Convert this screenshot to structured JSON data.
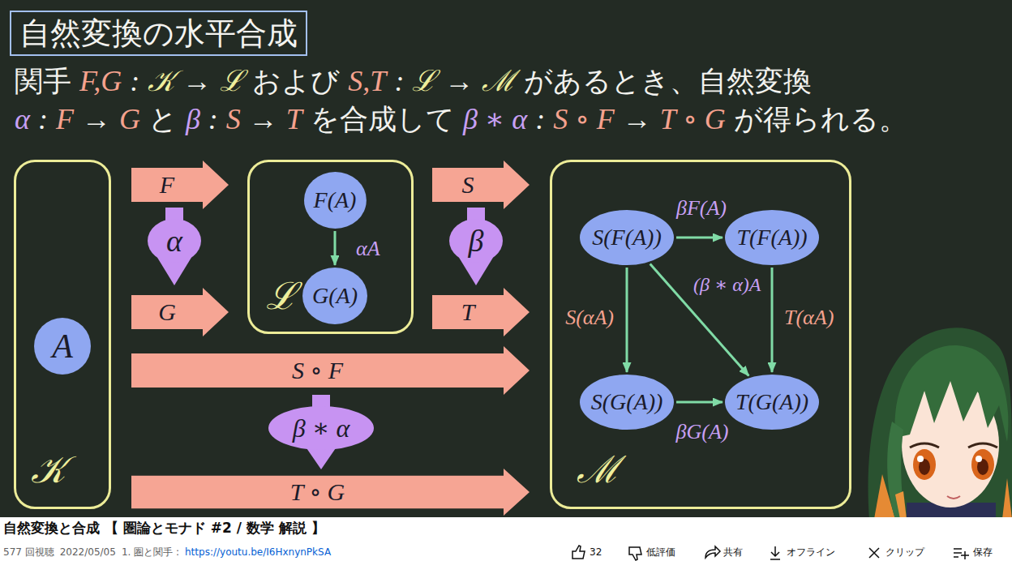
{
  "diagram": {
    "title": "自然変換の水平合成",
    "nodes": [
      {
        "text": [
          "𝒦"
        ]
      },
      {
        "text": [
          "A"
        ],
        "in": 0
      },
      {
        "text": [
          "F"
        ]
      },
      {
        "text": [
          "α"
        ]
      },
      {
        "text": [
          "G"
        ]
      },
      {
        "text": [
          "ℒ"
        ]
      },
      {
        "text": [
          "F(A)"
        ],
        "in": 5
      },
      {
        "text": [
          "G(A)"
        ],
        "in": 5
      },
      {
        "text": [
          "S"
        ]
      },
      {
        "text": [
          "β"
        ]
      },
      {
        "text": [
          "T"
        ]
      },
      {
        "text": [
          "S ∘ F"
        ]
      },
      {
        "text": [
          "β ∗ α"
        ]
      },
      {
        "text": [
          "T ∘ G"
        ]
      },
      {
        "text": [
          "ℳ"
        ]
      },
      {
        "text": [
          "S(F(A))"
        ],
        "in": 14
      },
      {
        "text": [
          "T(F(A))"
        ],
        "in": 14
      },
      {
        "text": [
          "S(G(A))"
        ],
        "in": 14
      },
      {
        "text": [
          "T(G(A))"
        ],
        "in": 14
      }
    ],
    "edges": [
      {
        "from": 6,
        "to": 7,
        "arrow": "to",
        "label": "αA"
      },
      {
        "from": 15,
        "to": 16,
        "arrow": "to",
        "label": "βF(A)"
      },
      {
        "from": 15,
        "to": 17,
        "arrow": "to",
        "label": "S(αA)"
      },
      {
        "from": 16,
        "to": 18,
        "arrow": "to",
        "label": "T(αA)"
      },
      {
        "from": 15,
        "to": 18,
        "arrow": "to",
        "label": "(β ∗ α)A"
      },
      {
        "from": 17,
        "to": 18,
        "arrow": "to",
        "label": "βG(A)"
      }
    ],
    "labels": [
      "関手",
      "F,G",
      ":",
      "𝒦",
      "→",
      "ℒ",
      "および",
      "S,T",
      ":",
      "ℒ",
      "→",
      "ℳ",
      "があるとき、自然変換",
      "α",
      ":",
      "F",
      "→",
      "G",
      "と",
      "β",
      ":",
      "S",
      "→",
      "T",
      "を合成して",
      "β ∗ α",
      ":",
      "S ∘ F",
      "→",
      "T ∘ G",
      "が得られる。",
      "自然変換と合成 【 圏論とモナド #2 / 数学 解説 】",
      "577 回視聴",
      "2022/05/05",
      "1. 圏と関手 :",
      "https://youtu.be/I6HxnynPkSA",
      "32",
      "低評価",
      "共有",
      "オフライン",
      "クリップ",
      "保存"
    ]
  }
}
